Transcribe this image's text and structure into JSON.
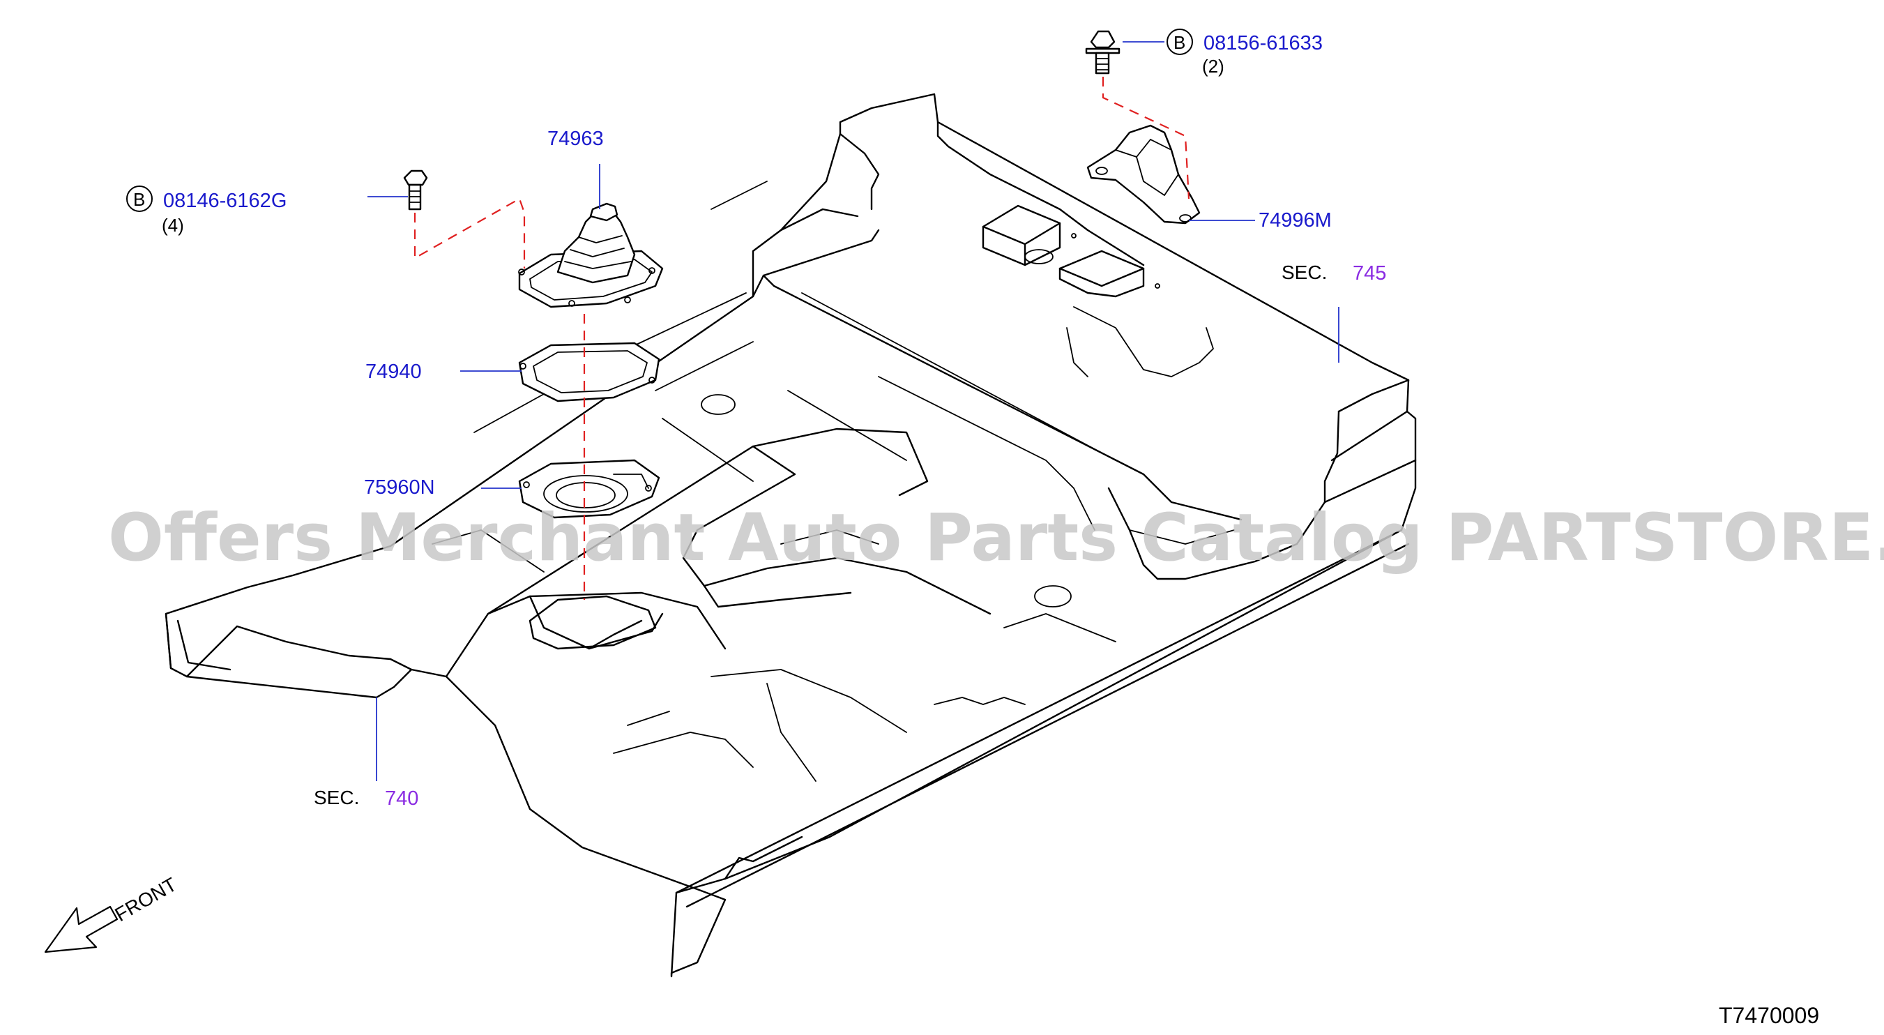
{
  "watermark": "Offers Merchant Auto Parts Catalog PARTSTORE.SA",
  "diagram_code": "T7470009",
  "front_label": "FRONT",
  "colors": {
    "part_link": "#1a1acc",
    "section_link": "#8a2be2",
    "leader": "#2233cc",
    "assembly_line": "#e02020",
    "watermark": "#c8c8c8"
  },
  "parts": [
    {
      "number": "74963"
    },
    {
      "number": "74940"
    },
    {
      "number": "75960N"
    },
    {
      "number": "74996M"
    }
  ],
  "bolts": [
    {
      "badge": "B",
      "number": "08156-61633",
      "qty": "(2)"
    },
    {
      "badge": "B",
      "number": "08146-6162G",
      "qty": "(4)"
    }
  ],
  "sections": [
    {
      "prefix": "SEC.",
      "number": "745"
    },
    {
      "prefix": "SEC.",
      "number": "740"
    }
  ]
}
